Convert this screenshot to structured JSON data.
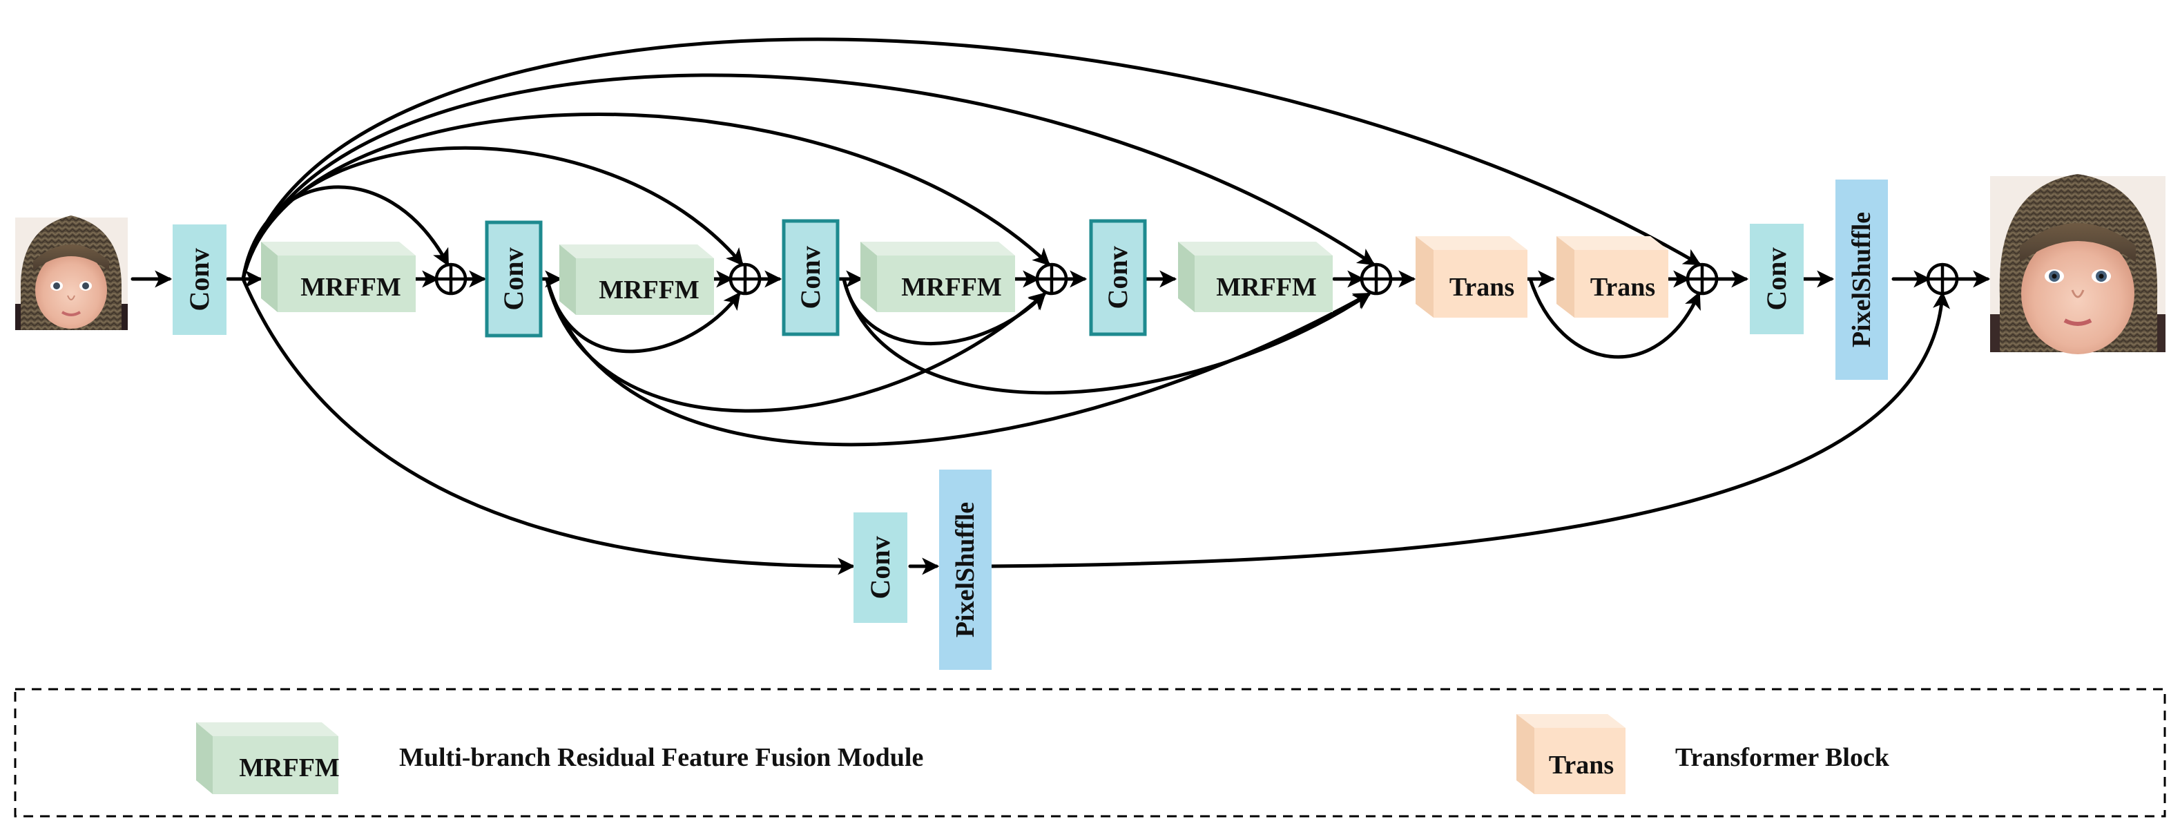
{
  "blocks": {
    "conv_label": "Conv",
    "mrffm_label": "MRFFM",
    "trans_label": "Trans",
    "pixelshuffle_label": "PixelShuffle"
  },
  "legend": {
    "mrffm_label": "MRFFM",
    "mrffm_text": "Multi-branch Residual Feature Fusion Module",
    "trans_label": "Trans",
    "trans_text": "Transformer Block"
  },
  "images": {
    "input": "low-resolution input face (child in knitted hat)",
    "output": "high-resolution output face (child in knitted hat)"
  },
  "colors": {
    "conv_light": "#b1e3e6",
    "conv_outlined_fill": "#b3e2e6",
    "conv_outline": "#1e8a8f",
    "mrffm_front": "#cfe6d2",
    "mrffm_top": "#e2efe3",
    "mrffm_side": "#b8d5bb",
    "trans_front": "#fde0c7",
    "trans_top": "#fdebdb",
    "trans_side": "#f3cfb0",
    "pixelshuffle": "#a9d8f0",
    "line": "#000000"
  }
}
